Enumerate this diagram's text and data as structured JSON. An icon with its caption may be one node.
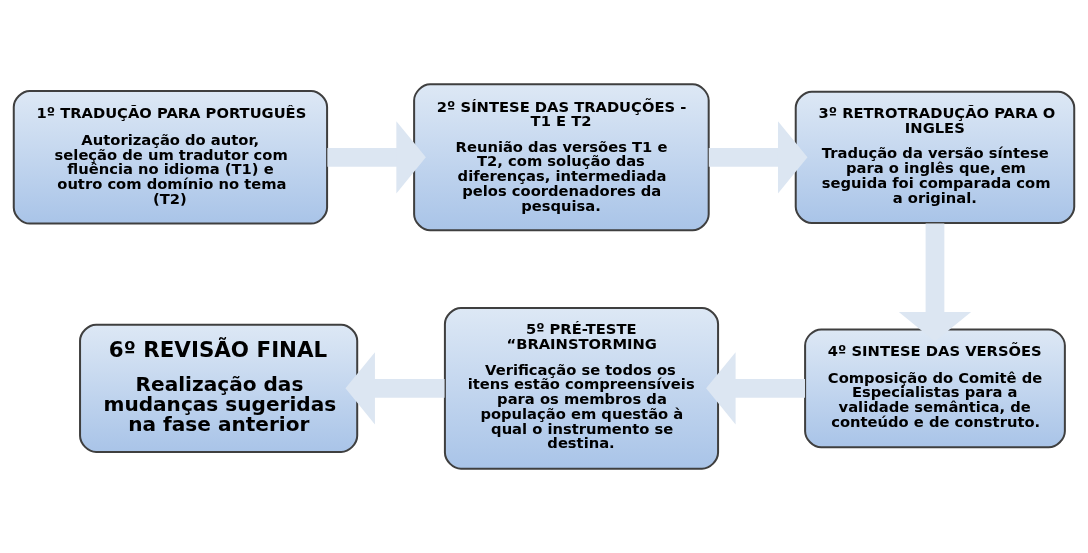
{
  "diagram": {
    "nodes": [
      {
        "text": [
          "1º TRADUÇÃO PARA PORTUGUÊS",
          "Autorização do autor, seleção de um tradutor com  fluência no idioma (T1) e outro com domínio no tema (T2)"
        ]
      },
      {
        "text": [
          "2º SÍNTESE DAS TRADUÇÕES - T1 E T2",
          "Reunião das versões T1 e T2, com solução das diferenças, intermediada pelos coordenadores da pesquisa."
        ]
      },
      {
        "text": [
          "3º RETROTRADUÇÃO PARA O INGLES",
          "Tradução da versão síntese para o inglês que, em seguida foi comparada com a original."
        ]
      },
      {
        "text": [
          "4º SINTESE DAS VERSÕES",
          "Composição do Comitê de Especialistas para a validade semântica, de conteúdo e de construto."
        ]
      },
      {
        "text": [
          "5º PRÉ-TESTE “BRAINSTORMING",
          "Verificação se todos os itens estão compreensíveis para os membros da população em questão à qual o instrumento se destina."
        ]
      },
      {
        "text": [
          "6º REVISÃO FINAL",
          "Realização das mudanças sugeridas na fase anterior"
        ]
      }
    ],
    "edges": [
      {
        "from": 0,
        "to": 1,
        "arrow": "to"
      },
      {
        "from": 1,
        "to": 2,
        "arrow": "to"
      },
      {
        "from": 2,
        "to": 3,
        "arrow": "to"
      },
      {
        "from": 3,
        "to": 4,
        "arrow": "to"
      },
      {
        "from": 4,
        "to": 5,
        "arrow": "to"
      }
    ]
  }
}
